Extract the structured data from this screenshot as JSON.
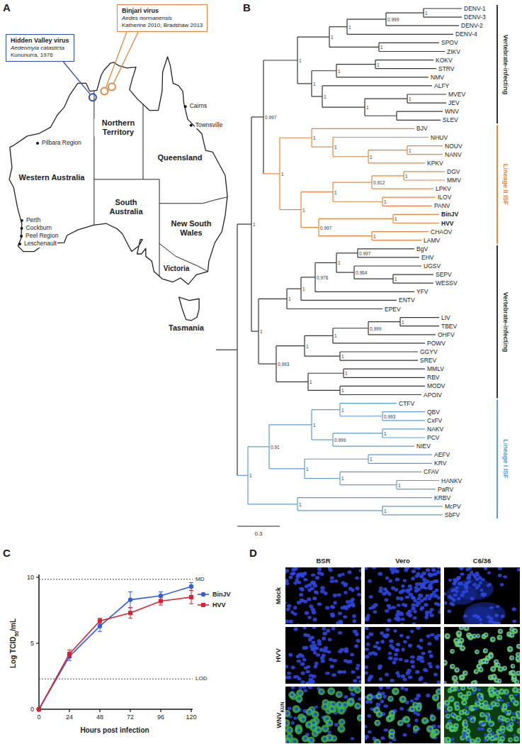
{
  "diagram": {
    "nodes": [
      {
        "text": [
          "Binjari virus",
          "Aedes normanensis",
          "Katherine 2010, Bradshaw 2013"
        ]
      },
      {
        "text": [
          "Hidden Valley virus",
          "Aedeomyia catasticta",
          "Kununurra, 1976"
        ]
      }
    ],
    "labels": [
      "A",
      "Northern Territory",
      "Queensland",
      "Western Australia",
      "South Australia",
      "New South Wales",
      "Victoria",
      "Tasmania",
      "Cairns",
      "Townsville",
      "Pilbara Region",
      "Perth",
      "Cockburn",
      "Peel Region",
      "Leschenault",
      "B",
      "DENV-1",
      "DENV-3",
      "DENV-2",
      "DENV-4",
      "SPOV",
      "ZIKV",
      "KOKV",
      "STRV",
      "NMV",
      "ALFY",
      "MVEV",
      "JEV",
      "WNV",
      "SLEV",
      "BJV",
      "NHUV",
      "NOUV",
      "NANV",
      "KPKV",
      "DGV",
      "MMV",
      "LPKV",
      "ILOV",
      "PANV",
      "BinJV",
      "HVV",
      "CHAOV",
      "LAMV",
      "BgV",
      "EHV",
      "UGSV",
      "SEPV",
      "WESSV",
      "YFV",
      "ENTV",
      "EPEV",
      "LIV",
      "TBEV",
      "OHFV",
      "POWV",
      "GGYV",
      "SREV",
      "MMLV",
      "RBV",
      "MODV",
      "APOIV",
      "CTFV",
      "QBV",
      "CxFV",
      "NAKV",
      "PCV",
      "NIEV",
      "AEFV",
      "KRV",
      "CFAV",
      "HANKV",
      "PaRV",
      "KRBV",
      "McPV",
      "SbFV",
      "1",
      "0.997",
      "1",
      "1",
      "1",
      "0.999",
      "1",
      "1",
      "1",
      "1",
      "1",
      "1",
      "1",
      "1",
      "1",
      "1",
      "1",
      "1",
      "1",
      "1",
      "1",
      "0.912",
      "1",
      "1",
      "0.997",
      "1",
      "1",
      "1",
      "1",
      "1",
      "0.976",
      "1",
      "0.997",
      "0.964",
      "1",
      "0.993",
      "1",
      "1",
      "0.999",
      "1",
      "1",
      "1",
      "1",
      "1",
      "1",
      "0.91",
      "1",
      "1",
      "0.993",
      "0.999",
      "1",
      "1",
      "1",
      "1",
      "1",
      "1",
      "1",
      "Vertebrate-infecting",
      "Lineage II ISF",
      "Vertebrate-infecting",
      "Lineage I ISF",
      "0.3",
      "C",
      "Log TCID",
      "50",
      "/mL",
      "0",
      "5",
      "10",
      "0",
      "24",
      "48",
      "72",
      "96",
      "120",
      "Hours post infection",
      "MD",
      "LOD",
      "D",
      "BSR",
      "Vero",
      "C6/36",
      "Mock",
      "HVV",
      "WNV",
      "KUN"
    ],
    "legend": [
      {
        "text": "BinJV"
      },
      {
        "text": "HVV"
      }
    ]
  }
}
